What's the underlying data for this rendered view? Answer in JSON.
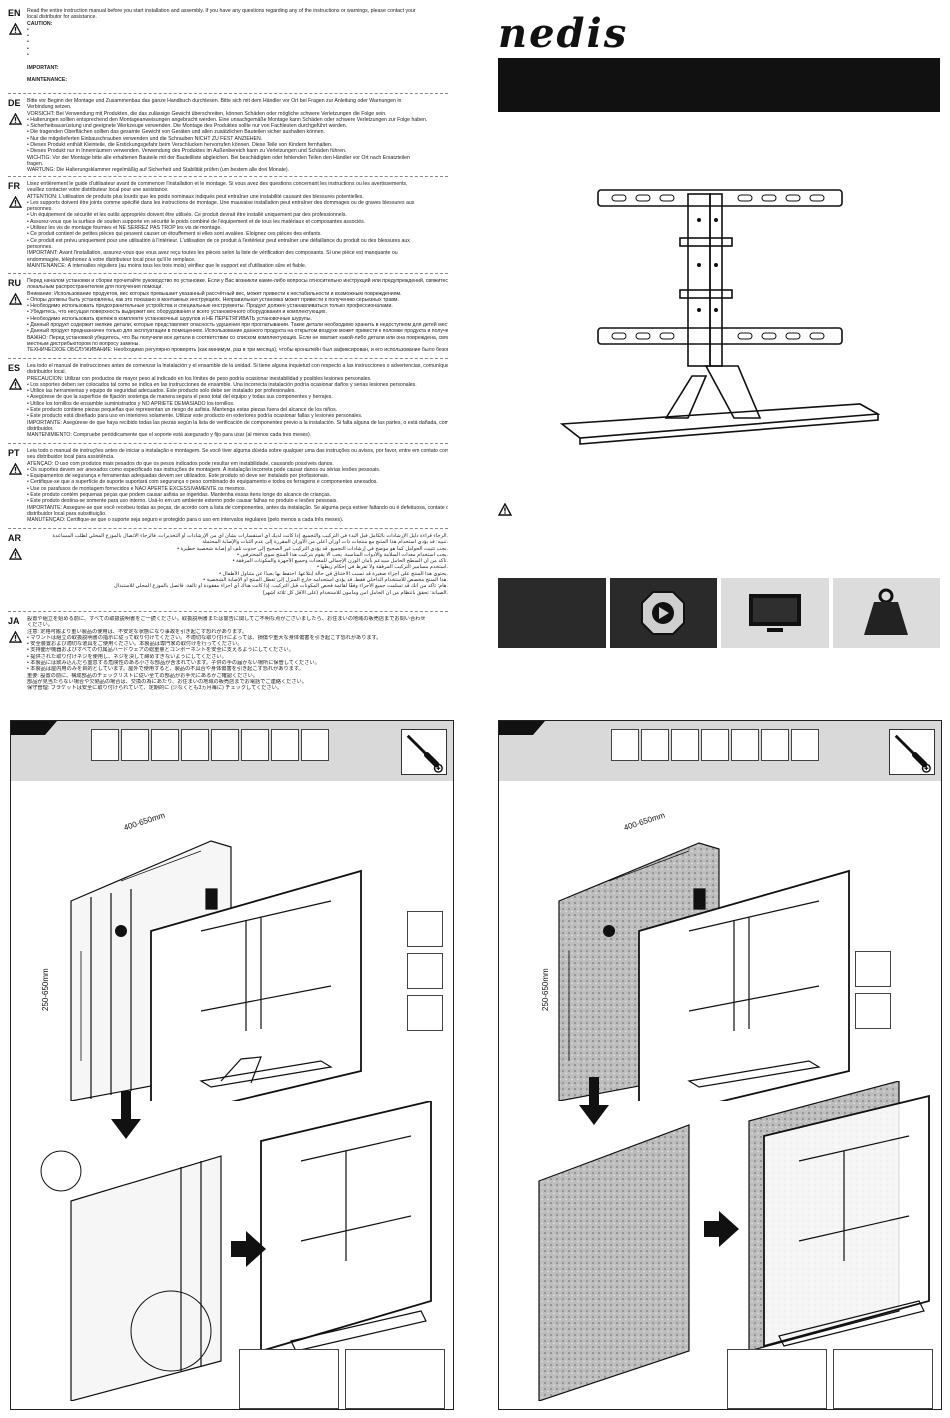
{
  "brand": {
    "logo": "nedis"
  },
  "languages": [
    {
      "code": "EN",
      "lines": [
        {
          "t": "Read the entire instruction manual before you start installation and assembly. If you have any questions regarding any of the instructions or warnings, please contact your",
          "b": false
        },
        {
          "t": "local distributor for assistance.",
          "b": false
        },
        {
          "t": "CAUTION:",
          "b": true
        },
        {
          "t": "•",
          "b": false
        },
        {
          "t": "•",
          "b": false
        },
        {
          "t": "•",
          "b": false
        },
        {
          "t": "•",
          "b": false
        },
        {
          "t": "•",
          "b": false
        },
        {
          "t": "",
          "b": false
        },
        {
          "t": "IMPORTANT:",
          "b": true
        },
        {
          "t": "",
          "b": false
        },
        {
          "t": "MAINTENANCE:",
          "b": true
        }
      ]
    },
    {
      "code": "DE",
      "lines": [
        {
          "t": "Bitte vor Beginn der Montage und Zusammenbau das ganze Handbuch durchlesen. Bitte sich mit dem Händler vor Ort bei Fragen zur Anleitung oder Warnungen in",
          "b": false
        },
        {
          "t": "Verbindung setzen.",
          "b": false
        },
        {
          "t": "VORSICHT: Bei Verwendung mit Produkten, die das zulässige Gewicht überschreiten, können Schäden oder mögliche schwere Verletzungen die Folge sein.",
          "b": false
        },
        {
          "t": "• Halterungen sollten entsprechend den Montageanweisungen angebracht werden. Eine unsachgemäße Montage kann Schäden oder schwere Verletzungen zur Folge haben.",
          "b": false
        },
        {
          "t": "• Sicherheitsausrüstung und geeignete Werkzeuge verwenden. Die Montage des Produktes sollte nur von Fachleuten durchgeführt werden.",
          "b": false
        },
        {
          "t": "• Die tragenden Oberflächen sollten das gesamte Gewicht von Geräten und allen zusätzlichen Bauteilen sicher aushalten können.",
          "b": false
        },
        {
          "t": "• Nur die mitgelieferten Einbauschrauben verwenden und die Schrauben NICHT ZU FEST ANZIEHEN.",
          "b": false
        },
        {
          "t": "• Dieses Produkt enthält Kleinteile, die Erstickungsgefahr beim Verschlucken hervorrufen können. Diese Teile von Kindern fernhalten.",
          "b": false
        },
        {
          "t": "• Dieses Produkt nur in Innenräumen verwenden. Verwendung des Produktes im Außenbereich kann zu Verletzungen und Schäden führen.",
          "b": false
        },
        {
          "t": "WICHTIG: Vor der Montage bitte alle erhaltenen Bauteile mit der Bauteilliste abgleichen. Bei beschädigten oder fehlenden Teilen den Händler vor Ort nach Ersatzteilen",
          "b": false
        },
        {
          "t": "fragen.",
          "b": false
        },
        {
          "t": "WARTUNG: Die Halterungsklammer regelmäßig auf Sicherheit und Stabilität prüfen (um bestem alle drei Monate).",
          "b": false
        }
      ]
    },
    {
      "code": "FR",
      "lines": [
        {
          "t": "Lisez entièrement le guide d'utilisateur avant de commencer l'installation et le montage. Si vous avez des questions concernant les instructions ou les avertissements,",
          "b": false
        },
        {
          "t": "veuillez contacter votre distributeur local pour une assistance.",
          "b": false
        },
        {
          "t": "ATTENTION: L'utilisation de produits plus lourds que les poids nominaux indiqués peut entraîner une instabilité causant des blessures potentielles.",
          "b": false
        },
        {
          "t": "• Les supports doivent être joints comme spécifié dans les instructions de montage. Une mauvaise installation peut entraîner des dommages ou de graves blessures aux",
          "b": false
        },
        {
          "t": "  personnes.",
          "b": false
        },
        {
          "t": "• Un équipement de sécurité et les outils appropriés doivent être utilisés. Ce produit devrait être installé uniquement par des professionnels.",
          "b": false
        },
        {
          "t": "• Assurez-vous que la surface de soutien supporte en sécurité le poids combiné de l'équipement et de tous les matériaux et composantes associés.",
          "b": false
        },
        {
          "t": "• Utilisez les vis de montage fournies et NE SERREZ PAS TROP les vis de montage.",
          "b": false
        },
        {
          "t": "• Ce produit contient de petites pièces qui peuvent causer un étouffement si elles sont avalées. Éloignez ces pièces des enfants.",
          "b": false
        },
        {
          "t": "• Ce produit est prévu uniquement pour une utilisation à l'intérieur. L'utilisation de ce produit à l'extérieur peut entraîner une défaillance du produit ou des blessures aux",
          "b": false
        },
        {
          "t": "  personnes.",
          "b": false
        },
        {
          "t": "IMPORTANT: Avant l'installation, assurez-vous que vous avez reçu toutes les pièces selon la liste de vérification des composants. Si une pièce est manquante ou",
          "b": false
        },
        {
          "t": "endommagée, téléphonez à votre distributeur local pour qu'il le remplace.",
          "b": false
        },
        {
          "t": "MAINTENANCE: À intervalles réguliers (au moins tous les trois mois) vérifiez que le support est d'utilisation sûre et fiable.",
          "b": false
        }
      ]
    },
    {
      "code": "RU",
      "lines": [
        {
          "t": "Перед началом установки и сборки прочитайте руководство по установке. Если у Вас возникли какие-либо вопросы относительно инструкций или предупреждений, свяжитесь с Вашим",
          "b": false
        },
        {
          "t": "локальным распространителем для получения помощи.",
          "b": false
        },
        {
          "t": "Внимание: Использование продуктов, вес которых превышает указанный рассчётный вес, может привести к нестабильности и возможным повреждениям.",
          "b": false
        },
        {
          "t": "• Опоры должны быть установлены, как это показано в монтажных инструкциях. Неправильная установка может привести к получению серьезных травм.",
          "b": false
        },
        {
          "t": "• Необходимо использовать предохранительные устройства и специальные инструменты. Продукт должен устанавливаться только профессионалами.",
          "b": false
        },
        {
          "t": "• Убедитесь, что несущая поверхность выдержит вес оборудования и всего установочного оборудования и комплектующих.",
          "b": false
        },
        {
          "t": "• Необходимо использовать крепеж в комплекте установочных шурупов и НЕ ПЕРЕТЯГИВАТЬ установочные шурупы.",
          "b": false
        },
        {
          "t": "• Данный продукт содержит мелкие детали, которые представляют опасность удушения при проглатывании. Такие детали необходимо хранить в недоступном для детей месте.",
          "b": false
        },
        {
          "t": "• Данный продукт предназначен только для эксплуатации в помещениях. Использование данного продукта на открытом воздухе может привести к поломке продукта и получению травм.",
          "b": false
        },
        {
          "t": "ВАЖНО: Перед установкой убедитесь, что Вы получили все детали в соответствии со списком комплектующих. Если не хватает какой-либо детали или она повреждена, свяжитесь с Вашим",
          "b": false
        },
        {
          "t": "местным дистрибьютором по вопросу замены.",
          "b": false
        },
        {
          "t": "ТЕХНИЧЕСКОЕ ОБСЛУЖИВАНИЕ: Необходимо регулярно проверять (как минимум, раз в три месяца), чтобы кронштейн был зафиксирован, и его использование было безопасным.",
          "b": false
        }
      ]
    },
    {
      "code": "ES",
      "lines": [
        {
          "t": "Lea todo el manual de instrucciones antes de comenzar la instalación y el ensamble de la unidad. Si tiene alguna inquietud con respecto a las instrucciones o advertencias, comuníquese con su",
          "b": false
        },
        {
          "t": "distribuidor local.",
          "b": false
        },
        {
          "t": "PRECAUCIÓN: Utilizar con productos de mayor peso al indicado en los límites de peso podría ocasionar inestabilidad y posibles lesiones personales.",
          "b": false
        },
        {
          "t": "• Los soportes deben ser colocados tal como se indica en las instrucciones de ensamble. Una incorrecta instalación podría ocasionar daños y serias lesiones personales.",
          "b": false
        },
        {
          "t": "• Utilice las herramientas y equipo de seguridad adecuados. Este producto solo debe ser instalado por profesionales.",
          "b": false
        },
        {
          "t": "• Asegúrese de que la superficie de fijación sostenga de manera segura el peso total del equipo y todas sus componentes y herrajes.",
          "b": false
        },
        {
          "t": "• Utilice los tornillos de ensamble suministrados y NO APRIETE DEMASIADO los tornillos.",
          "b": false
        },
        {
          "t": "• Este producto contiene piezas pequeñas que representan un riesgo de asfixia. Mantenga estas piezas fuera del alcance de los niños.",
          "b": false
        },
        {
          "t": "• Este producto está diseñado para uso en interiores solamente. Utilizar este producto en exteriores podría ocasionar fallas y lesiones personales.",
          "b": false
        },
        {
          "t": "IMPORTANTE: Asegúrese de que haya recibido todas las piezas según la lista de verificación de componentes previo a la instalación. Si falta alguna de las partes, o está dañada, comuníquese con su",
          "b": false
        },
        {
          "t": "distribuidor.",
          "b": false
        },
        {
          "t": "MANTENIMIENTO: Compruebe periódicamente que el soporte está asegurado y fijo para usar (al menos cada tres meses).",
          "b": false
        }
      ]
    },
    {
      "code": "PT",
      "lines": [
        {
          "t": "Leia todo o manual de instruções antes de iniciar a instalação e montagem. Se você tiver alguma dúvida sobre qualquer uma das instruções ou avisos, por favor, entre em contato com o",
          "b": false
        },
        {
          "t": "seu distribuidor local para assistência.",
          "b": false
        },
        {
          "t": "ATENÇÃO: O uso com produtos mais pesados do que os pesos indicados pode resultar em instabilidade, causando possíveis danos.",
          "b": false
        },
        {
          "t": "• Os suportes devem ser anexados como especificado nas instruções de montagem. A instalação incorreta pode causar danos ou sérias lesões pessoais.",
          "b": false
        },
        {
          "t": "• Equipamentos de segurança e ferramentas adequadas devem ser utilizados. Este produto só deve ser instalado por profissionais.",
          "b": false
        },
        {
          "t": "• Certifique-se que a superfície de suporte suportará com segurança o peso combinado do equipamento e todos os ferragens e componentes anexados.",
          "b": false
        },
        {
          "t": "• Use os parafusos de montagem fornecidos e NÃO APERTE EXCESSIVAMENTE os mesmos.",
          "b": false
        },
        {
          "t": "• Este produto contém pequenas peças que podem causar asfixia se ingeridas. Mantenha essas itens longe do alcance de crianças.",
          "b": false
        },
        {
          "t": "• Este produto destina-se somente para uso interno. Usá-lo em um ambiente externo pode causar falhas no produto e lesões pessoais.",
          "b": false
        },
        {
          "t": "IMPORTANTE: Assegure-se que você recebeu todas as peças, de acordo com a lista de componentes, antes da instalação. Se alguma peça estiver faltando ou é defeituosa, contate o seu",
          "b": false
        },
        {
          "t": "distribuidor local para substituição.",
          "b": false
        },
        {
          "t": "MANUTENÇÃO: Certifique-se que o suporte seja seguro e protegido para o uso em intervalos regulares (pelo menos a cada três meses).",
          "b": false
        }
      ]
    },
    {
      "code": "AR",
      "lines": [
        {
          "t": "الرجاء قراءة دليل الإرشادات بالكامل قبل البدء في التركيب والتجميع. إذا كانت لديك أي استفسارات بشأن أي من الإرشادات أو التحذيرات، فالرجاء الاتصال بالموزع المحلي لطلب المساعدة.",
          "b": false
        },
        {
          "t": "تنبيه: قد يؤدي استخدام هذا المنتج مع منتجات ذات أوزان أعلى من الأوزان المقررة إلى عدم الثبات والإصابة المحتملة.",
          "b": false
        },
        {
          "t": "• يجب تثبيت الحوامل كما هو موضح في إرشادات التجميع. قد يؤدي التركيب غير الصحيح إلى حدوث تلف أو إصابة شخصية خطيرة.",
          "b": false
        },
        {
          "t": "• يجب استخدام معدات السلامة والأدوات المناسبة. يجب ألا يقوم بتركيب هذا المنتج سوى المحترفين.",
          "b": false
        },
        {
          "t": "• تأكد من أن السطح الحامل سيدعم بأمان الوزن الإجمالي للمعدات وجميع الأجهزة والمكونات المرفقة.",
          "b": false
        },
        {
          "t": "• استخدم مسامير التركيب المرفقة ولا تفرط في إحكام ربطها.",
          "b": false
        },
        {
          "t": "• يحتوي هذا المنتج على أجزاء صغيرة قد تسبب الاختناق في حالة ابتلاعها. احتفظ بها بعيدًا عن متناول الأطفال.",
          "b": false
        },
        {
          "t": "• هذا المنتج مخصص للاستخدام الداخلي فقط. قد يؤدي استخدامه خارج المنزل إلى تعطل المنتج أو الإصابة الشخصية.",
          "b": false
        },
        {
          "t": "هام: تأكد من أنك قد تسلمت جميع الأجزاء وفقًا لقائمة فحص المكونات قبل التركيب. إذا كانت هناك أي أجزاء مفقودة أو تالفة، فاتصل بالموزع المحلي للاستبدال.",
          "b": false
        },
        {
          "t": "الصيانة: تحقق بانتظام من أن الحامل آمن ومأمون للاستخدام (على الأقل كل ثلاثة أشهر).",
          "b": false
        }
      ]
    },
    {
      "code": "JA",
      "lines": [
        {
          "t": "設置や組立を始める前に、すべての取扱説明書をご一読ください。取扱説明書または警告に関してご不明な点がございましたら、お住まいの地域の販売店までお問い合わせ",
          "b": false
        },
        {
          "t": "ください。",
          "b": false
        },
        {
          "t": "注意: 定格可搬より重い製品の使用は、不安定な状態になり事故を引き起こす恐れがあります。",
          "b": false
        },
        {
          "t": "• マウントは組立の取扱説明書の指示に従って取り付けてください。不適切な取り付けによっては、損傷や重大な身体傷害を引き起こす恐れがあります。",
          "b": false
        },
        {
          "t": "• 安全装置および適切な道具をご使用ください。本製品は専門家の取付けを行ってください。",
          "b": false
        },
        {
          "t": "• 支持面が機器およびすべての付属品ハードウェアの総重量とコンポーネントを安全に支えるようにしてください。",
          "b": false
        },
        {
          "t": "• 提供された取り付けネジを使用し、ネジを決して締めすぎないようにしてください。",
          "b": false
        },
        {
          "t": "• 本製品には飲み込んだら窒息する危険性のある小さな部品が含まれています。子供の手の届かない場所に保管してください。",
          "b": false
        },
        {
          "t": "• 本製品は屋内用のみを目的としています。屋外で使用すると、製品の不具合や身体傷害を引き起こす恐れがあります。",
          "b": false
        },
        {
          "t": "重要: 設置の前に、構成部品のチェックリストに従い全ての部品がお手元にあるかご確認ください。",
          "b": false
        },
        {
          "t": "部品が見当たらない場合や欠陥品の場合は、交換の為にあたり、お住まいの地域の販売店までお電話でご連絡ください。",
          "b": false
        },
        {
          "t": "保守管理: ブラケットは安全に取り付けられていて、定期的に (少なくとも3ヵ月毎に) チェックしてください。",
          "b": false
        }
      ]
    }
  ],
  "diagrams": {
    "left_panel": {
      "dim_horizontal": "400-650mm",
      "dim_vertical": "250-650mm"
    },
    "right_panel": {
      "dim_horizontal": "400-650mm",
      "dim_vertical": "250-650mm"
    }
  },
  "icons": {
    "caution": "warning-triangle-icon",
    "tiles": [
      "safety-clip-icon",
      "tv-screen-icon",
      "weight-kg-icon"
    ]
  },
  "colors": {
    "band": "#111111",
    "panel_strip": "#d9d9d9",
    "tile_dark": "#2a2a2a",
    "tile_grey": "#dcdcdc"
  }
}
